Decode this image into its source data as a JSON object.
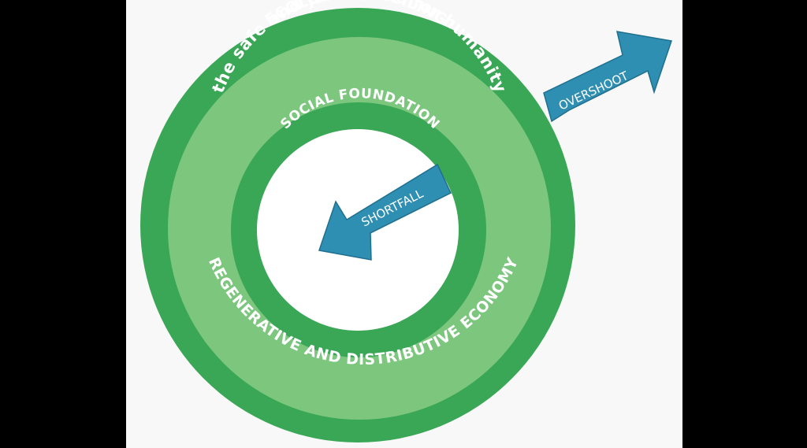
{
  "diagram": {
    "labels": {
      "ecological_ceiling": "ECOLOGICAL CEILING",
      "safe_space": "the safe and just space for humanity",
      "social_foundation": "SOCIAL FOUNDATION",
      "economy": "REGENERATIVE AND DISTRIBUTIVE ECONOMY",
      "overshoot": "OVERSHOOT",
      "shortfall": "SHORTFALL"
    },
    "colors": {
      "background": "#000000",
      "panel": "#f7f8f7",
      "outer_ring": "#3aa756",
      "middle_ring": "#7cc67e",
      "inner_ring": "#3aa756",
      "center": "#ffffff",
      "arrow": "#2f8fb2",
      "arrow_dark": "#1f6f8f",
      "text": "#ffffff"
    }
  }
}
